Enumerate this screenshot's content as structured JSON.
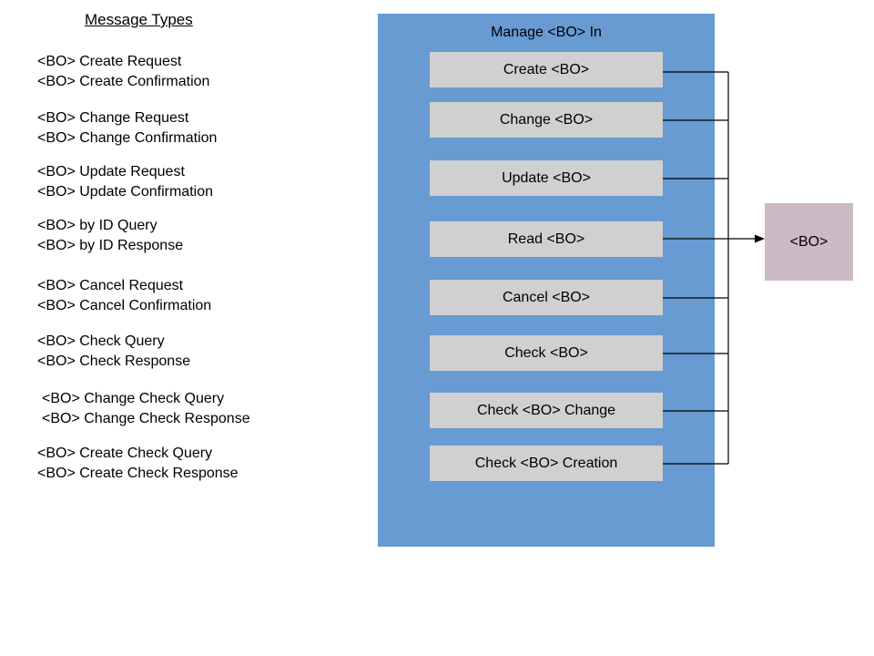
{
  "left_column": {
    "title": "Message Types",
    "message_pairs": [
      {
        "lines": [
          "<BO> Create Request",
          "<BO> Create Confirmation"
        ]
      },
      {
        "lines": [
          "<BO> Change Request",
          "<BO> Change Confirmation"
        ]
      },
      {
        "lines": [
          "<BO> Update Request",
          "<BO> Update Confirmation"
        ]
      },
      {
        "lines": [
          "<BO> by ID Query",
          "<BO> by ID Response"
        ]
      },
      {
        "lines": [
          "<BO> Cancel Request",
          "<BO> Cancel Confirmation"
        ]
      },
      {
        "lines": [
          "<BO> Check Query",
          "<BO> Check Response"
        ]
      },
      {
        "lines": [
          "<BO> Change Check Query",
          "<BO> Change Check Response"
        ]
      },
      {
        "lines": [
          "<BO> Create Check Query",
          "<BO> Create Check Response"
        ]
      }
    ]
  },
  "panel": {
    "title": "Manage <BO> In",
    "operation_boxes": [
      "Create <BO>",
      "Change <BO>",
      "Update <BO>",
      "Read <BO>",
      "Cancel <BO>",
      "Check <BO>",
      "Check <BO> Change",
      "Check <BO> Creation"
    ]
  },
  "target_box": {
    "label": "<BO>"
  },
  "colors": {
    "page_background": "#FFFFFF",
    "panel_background": "#679BD2",
    "operation_box_background": "#D0D0D0",
    "target_box_background": "#CCB9C6",
    "connector_line": "#000000",
    "text": "#000000"
  }
}
